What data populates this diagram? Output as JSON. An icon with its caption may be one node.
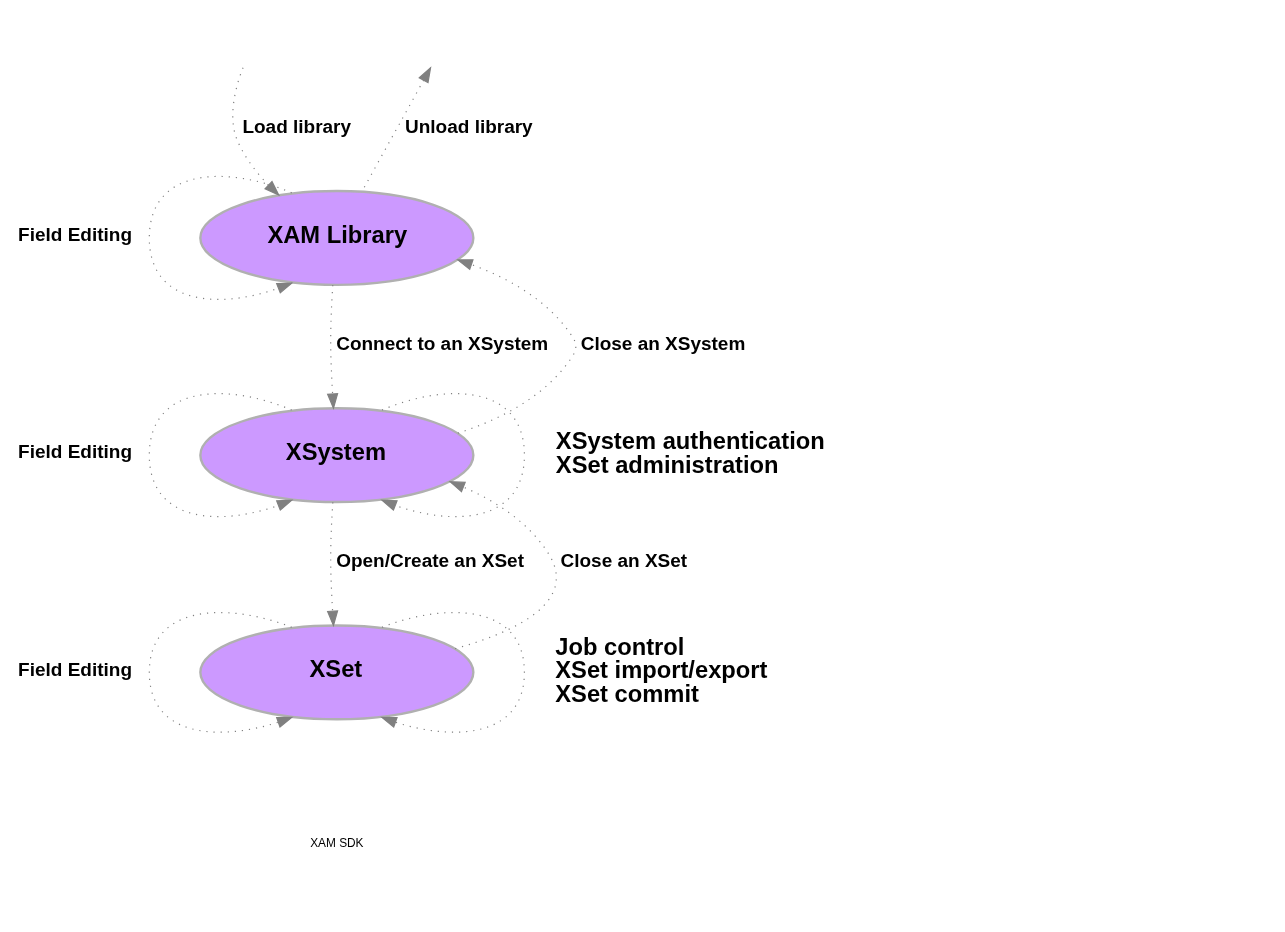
{
  "diagram": {
    "nodes": [
      {
        "text": [
          "XAM Library"
        ]
      },
      {
        "text": [
          "XSystem"
        ]
      },
      {
        "text": [
          "XSet"
        ]
      }
    ],
    "edges": [
      {
        "from": null,
        "to": 0,
        "arrow": "to",
        "label": "Load library"
      },
      {
        "from": 0,
        "to": null,
        "arrow": "to",
        "label": "Unload library"
      },
      {
        "from": 0,
        "to": 0,
        "arrow": "to",
        "label": "Field Editing"
      },
      {
        "from": 0,
        "to": 1,
        "arrow": "to",
        "label": "Connect to an XSystem"
      },
      {
        "from": 1,
        "to": 0,
        "arrow": "to",
        "label": "Close an XSystem"
      },
      {
        "from": 1,
        "to": 1,
        "arrow": "to",
        "label": "Field Editing"
      },
      {
        "from": 1,
        "to": 1,
        "arrow": "to"
      },
      {
        "from": 1,
        "to": 2,
        "arrow": "to",
        "label": "Open/Create an XSet"
      },
      {
        "from": 2,
        "to": 1,
        "arrow": "to",
        "label": "Close an XSet"
      },
      {
        "from": 2,
        "to": 2,
        "arrow": "to",
        "label": "Field Editing"
      },
      {
        "from": 2,
        "to": 2,
        "arrow": "to"
      }
    ],
    "labels": [
      "XSystem authentication",
      "XSet administration",
      "Job control",
      "XSet import/export",
      "XSet commit",
      "XAM SDK"
    ]
  }
}
